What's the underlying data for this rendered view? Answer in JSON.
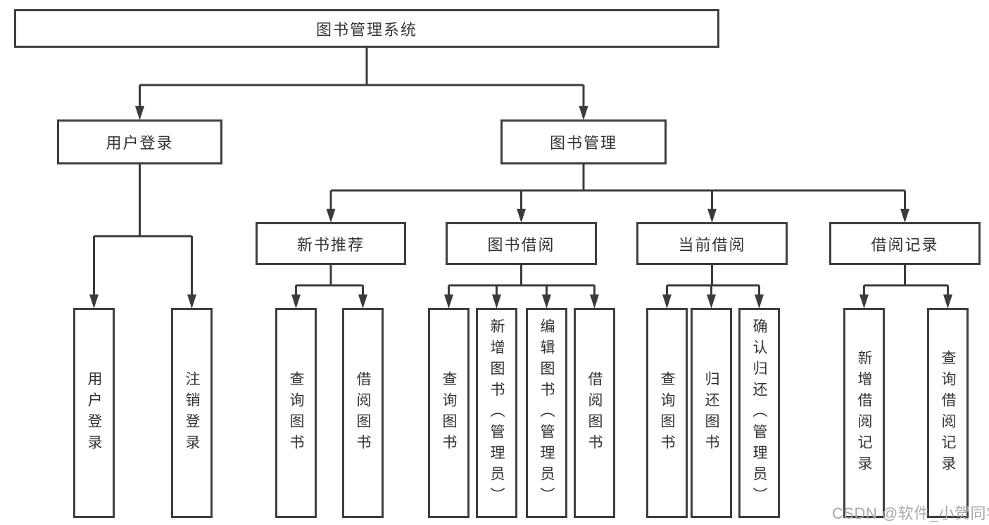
{
  "diagram_title": "图书管理系统",
  "tree": {
    "root": {
      "label": "图书管理系统",
      "children": [
        {
          "label": "用户登录",
          "children": [
            {
              "label": "用户登录"
            },
            {
              "label": "注销登录"
            }
          ]
        },
        {
          "label": "图书管理",
          "children": [
            {
              "label": "新书推荐",
              "children": [
                {
                  "label": "查询图书"
                },
                {
                  "label": "借阅图书"
                }
              ]
            },
            {
              "label": "图书借阅",
              "children": [
                {
                  "label": "查询图书"
                },
                {
                  "label": "新增图书（管理员）"
                },
                {
                  "label": "编辑图书（管理员）"
                },
                {
                  "label": "借阅图书"
                }
              ]
            },
            {
              "label": "当前借阅",
              "children": [
                {
                  "label": "查询图书"
                },
                {
                  "label": "归还图书"
                },
                {
                  "label": "确认归还（管理员）"
                }
              ]
            },
            {
              "label": "借阅记录",
              "children": [
                {
                  "label": "新增借阅记录"
                },
                {
                  "label": "查询借阅记录"
                }
              ]
            }
          ]
        }
      ]
    }
  },
  "watermark": "CSDN @软件_小贺同学",
  "colors": {
    "line": "#3b3b3b",
    "box_border": "#3e3e3e",
    "text": "#333333",
    "watermark": "#a8a8b0",
    "background": "#ffffff"
  }
}
